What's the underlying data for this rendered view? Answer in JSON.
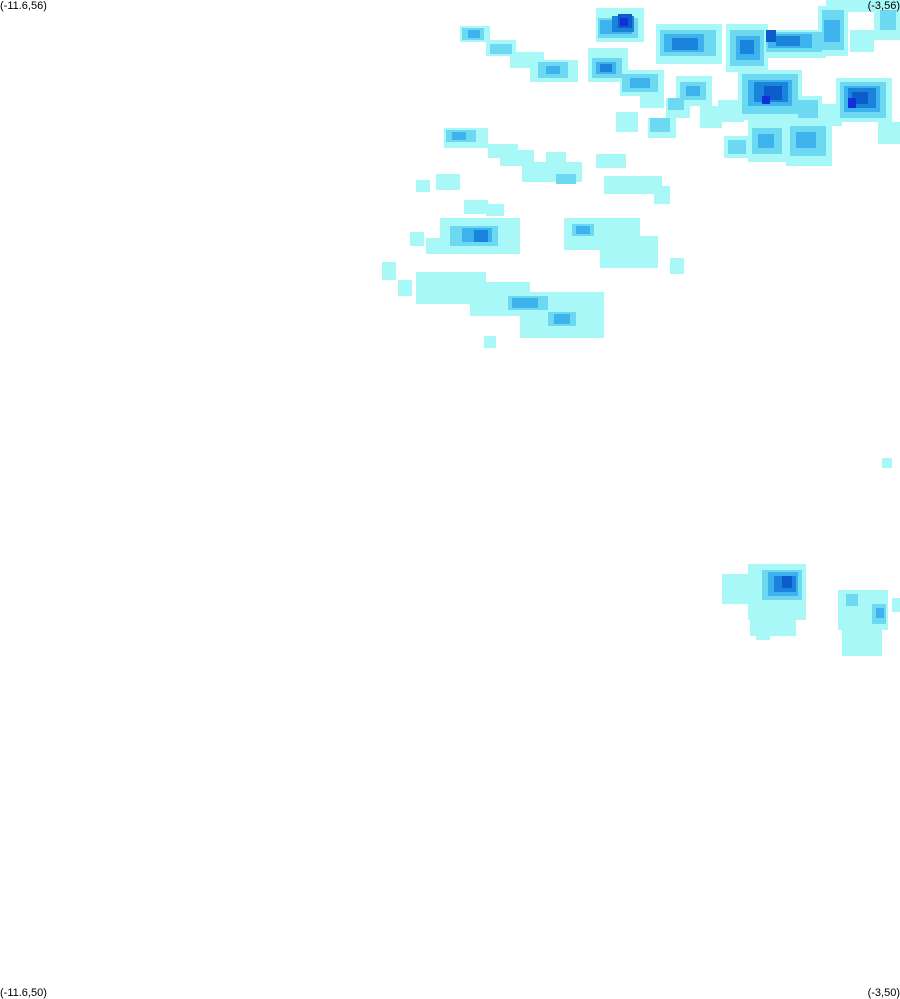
{
  "map": {
    "corners": {
      "top_left": "(-11.6,56)",
      "top_right": "(-3,56)",
      "bottom_left": "(-11.6,50)",
      "bottom_right": "(-3,50)"
    },
    "extent": {
      "lon_min": -11.6,
      "lon_max": -3,
      "lat_min": 50,
      "lat_max": 56
    },
    "colors": {
      "background": "#ffffff",
      "level_1": "#a8f8f8",
      "level_2": "#6dd8f2",
      "level_3": "#3db2ec",
      "level_4": "#1a84dc",
      "level_5": "#0c5ccc",
      "level_6": "#1030d8"
    },
    "chart_data": {
      "type": "heatmap",
      "description_levels": [
        "level_1",
        "level_2",
        "level_3",
        "level_4",
        "level_5",
        "level_6"
      ],
      "cells": [
        {
          "lon": -4.3,
          "lat": 55.92,
          "level": 5
        },
        {
          "lon": -3.92,
          "lat": 55.85,
          "level": 4
        },
        {
          "lon": -3.4,
          "lat": 55.88,
          "level": 3
        },
        {
          "lon": -3.63,
          "lat": 55.6,
          "level": 5
        },
        {
          "lon": -3.92,
          "lat": 55.6,
          "level": 6
        },
        {
          "lon": -3.1,
          "lat": 55.57,
          "level": 6
        },
        {
          "lon": -4.85,
          "lat": 55.75,
          "level": 3
        },
        {
          "lon": -6.84,
          "lat": 55.13,
          "level": 4
        },
        {
          "lon": -6.45,
          "lat": 55.1,
          "level": 3
        },
        {
          "lon": -5.55,
          "lat": 55.03,
          "level": 3
        },
        {
          "lon": -4.12,
          "lat": 52.49,
          "level": 4
        },
        {
          "lon": -3.12,
          "lat": 52.43,
          "level": 3
        }
      ]
    }
  }
}
